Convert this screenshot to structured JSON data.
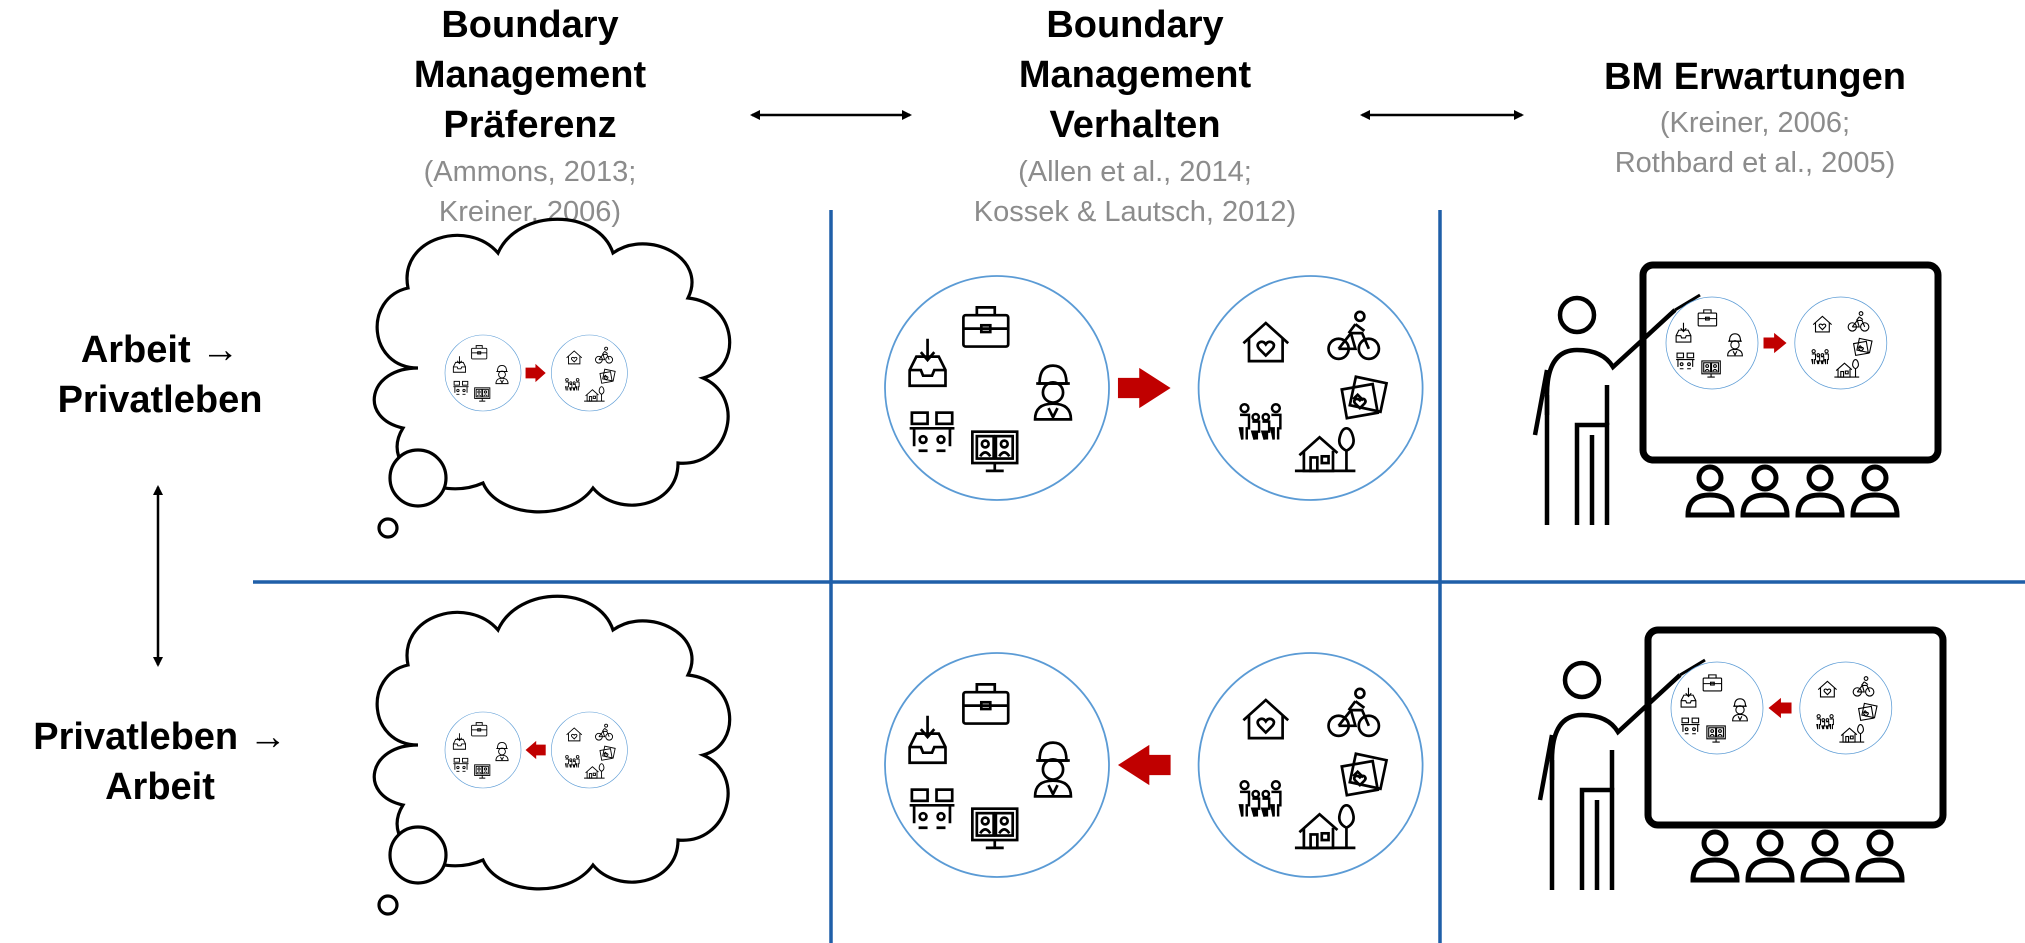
{
  "columns": [
    {
      "title_lines": [
        "Boundary",
        "Management",
        "Präferenz"
      ],
      "citation_lines": [
        "(Ammons, 2013;",
        "Kreiner, 2006)"
      ]
    },
    {
      "title_lines": [
        "Boundary",
        "Management",
        "Verhalten"
      ],
      "citation_lines": [
        "(Allen et al., 2014;",
        "Kossek & Lautsch, 2012)"
      ]
    },
    {
      "title_lines": [
        "BM Erwartungen"
      ],
      "citation_lines": [
        "(Kreiner, 2006;",
        "Rothbard et al., 2005)"
      ]
    }
  ],
  "rows": [
    {
      "label_lines": [
        "Arbeit →",
        "Privatleben"
      ],
      "direction": "work-to-private"
    },
    {
      "label_lines": [
        "Privatleben →",
        "Arbeit"
      ],
      "direction": "private-to-work"
    }
  ],
  "colors": {
    "grid_line": "#1f5fa8",
    "circle_stroke": "#5b9bd5",
    "arrow_red": "#c00000",
    "citation_gray": "#8c8c8c",
    "ink": "#000000"
  },
  "icons": {
    "work_domain": [
      "inbox-tray-icon",
      "briefcase-icon",
      "worker-helmet-icon",
      "desk-team-icon",
      "video-call-monitor-icon"
    ],
    "private_domain": [
      "house-heart-icon",
      "cyclist-icon",
      "family-icon",
      "photos-icon",
      "home-tree-icon"
    ],
    "scenes": [
      "thought-cloud-icon",
      "presenter-board-icon",
      "audience-icon"
    ]
  }
}
